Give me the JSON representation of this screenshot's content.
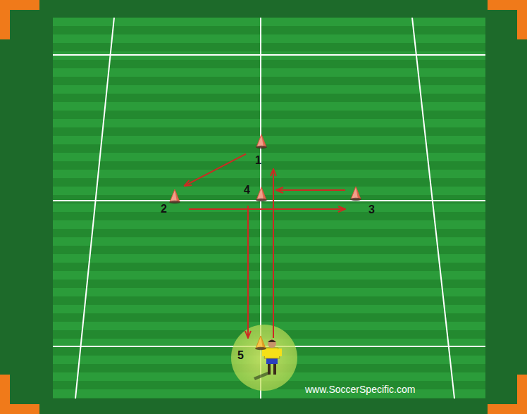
{
  "diagram": {
    "nodes": [
      {
        "text": [
          "1"
        ]
      },
      {
        "text": [
          "2"
        ]
      },
      {
        "text": [
          "3"
        ]
      },
      {
        "text": [
          "4"
        ]
      },
      {
        "text": [
          "5"
        ]
      }
    ],
    "edges": [
      {
        "from": 4,
        "to": 0,
        "arrow": "to"
      },
      {
        "from": 0,
        "to": 1,
        "arrow": "to"
      },
      {
        "from": 1,
        "to": 2,
        "arrow": "to"
      },
      {
        "from": 2,
        "to": 3,
        "arrow": "to"
      },
      {
        "from": 3,
        "to": 4,
        "arrow": "to"
      }
    ],
    "labels": [
      "www.SoccerSpecific.com"
    ]
  }
}
